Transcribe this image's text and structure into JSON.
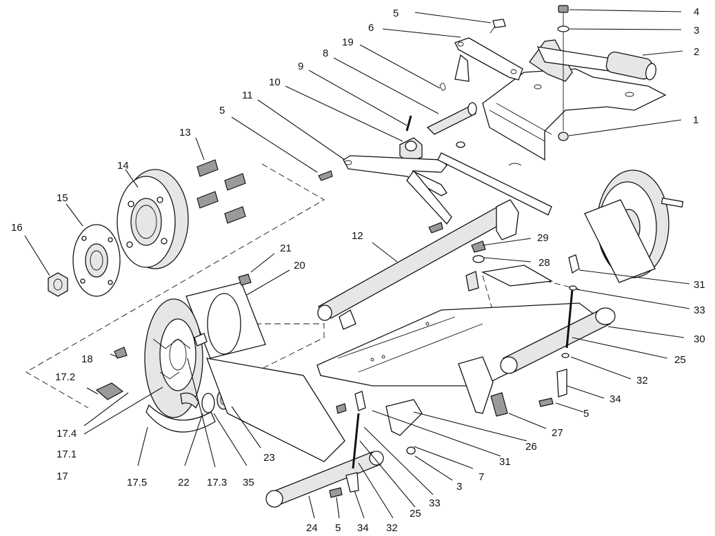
{
  "callouts": [
    {
      "id": "c1",
      "text": "1"
    },
    {
      "id": "c2",
      "text": "2"
    },
    {
      "id": "c3a",
      "text": "3"
    },
    {
      "id": "c4",
      "text": "4"
    },
    {
      "id": "c5a",
      "text": "5"
    },
    {
      "id": "c6",
      "text": "6"
    },
    {
      "id": "c19",
      "text": "19"
    },
    {
      "id": "c8",
      "text": "8"
    },
    {
      "id": "c9",
      "text": "9"
    },
    {
      "id": "c10",
      "text": "10"
    },
    {
      "id": "c11",
      "text": "11"
    },
    {
      "id": "c5b",
      "text": "5"
    },
    {
      "id": "c13",
      "text": "13"
    },
    {
      "id": "c14",
      "text": "14"
    },
    {
      "id": "c15",
      "text": "15"
    },
    {
      "id": "c16",
      "text": "16"
    },
    {
      "id": "c12",
      "text": "12"
    },
    {
      "id": "c29",
      "text": "29"
    },
    {
      "id": "c28",
      "text": "28"
    },
    {
      "id": "c21",
      "text": "21"
    },
    {
      "id": "c20",
      "text": "20"
    },
    {
      "id": "c31a",
      "text": "31"
    },
    {
      "id": "c33a",
      "text": "33"
    },
    {
      "id": "c30",
      "text": "30"
    },
    {
      "id": "c25a",
      "text": "25"
    },
    {
      "id": "c32a",
      "text": "32"
    },
    {
      "id": "c34a",
      "text": "34"
    },
    {
      "id": "c5c",
      "text": "5"
    },
    {
      "id": "c18",
      "text": "18"
    },
    {
      "id": "c172",
      "text": "17.2"
    },
    {
      "id": "c174",
      "text": "17.4"
    },
    {
      "id": "c171",
      "text": "17.1"
    },
    {
      "id": "c17",
      "text": "17"
    },
    {
      "id": "c175",
      "text": "17.5"
    },
    {
      "id": "c22",
      "text": "22"
    },
    {
      "id": "c173",
      "text": "17.3"
    },
    {
      "id": "c35",
      "text": "35"
    },
    {
      "id": "c23",
      "text": "23"
    },
    {
      "id": "c27",
      "text": "27"
    },
    {
      "id": "c26",
      "text": "26"
    },
    {
      "id": "c31b",
      "text": "31"
    },
    {
      "id": "c7",
      "text": "7"
    },
    {
      "id": "c3b",
      "text": "3"
    },
    {
      "id": "c33b",
      "text": "33"
    },
    {
      "id": "c25b",
      "text": "25"
    },
    {
      "id": "c32b",
      "text": "32"
    },
    {
      "id": "c34b",
      "text": "34"
    },
    {
      "id": "c5d",
      "text": "5"
    },
    {
      "id": "c24",
      "text": "24"
    }
  ]
}
